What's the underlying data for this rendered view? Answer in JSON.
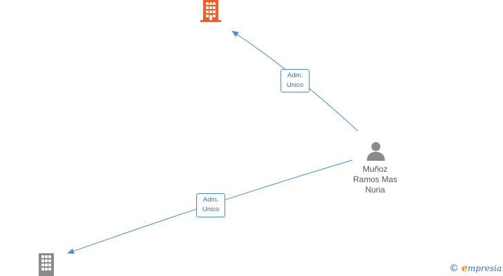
{
  "nodes": {
    "company_top": {
      "icon": "building-icon",
      "color": "#ff5a1f"
    },
    "company_bottom": {
      "icon": "building-icon",
      "color": "#8a8a8a"
    },
    "person": {
      "icon": "person-icon",
      "color": "#8a8a8a",
      "name_line1": "Muñoz",
      "name_line2": "Ramos Mas",
      "name_line3": "Nuria"
    }
  },
  "edges": [
    {
      "from": "person",
      "to": "company_top",
      "label_line1": "Adm.",
      "label_line2": "Unico"
    },
    {
      "from": "person",
      "to": "company_bottom",
      "label_line1": "Adm.",
      "label_line2": "Unico"
    }
  ],
  "colors": {
    "edge": "#4a8ad4",
    "label_text": "#2f6fba"
  },
  "brand": {
    "copyright": "©",
    "initial": "e",
    "name_rest": "mpresia"
  }
}
